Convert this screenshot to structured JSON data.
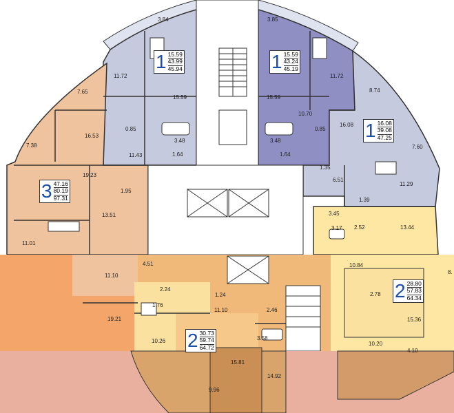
{
  "colors": {
    "blue_light": "#c6cadf",
    "blue_dark": "#8f8fc4",
    "orange": "#efc39d",
    "yellow": "#fbe1a0",
    "dark_orange": "#d9a46c",
    "mid_orange": "#f0b97a",
    "pale_yellow": "#fde7a3",
    "wall": "#333333",
    "digit_blue": "#1b4fa8"
  },
  "room_areas": {
    "r1": "3.84",
    "r2": "3.85",
    "r3": "11.72",
    "r4": "11.72",
    "r5": "7.65",
    "r6": "15.59",
    "r7": "15.59",
    "r8": "8.74",
    "r9": "10.70",
    "r10": "0.85",
    "r11": "0.85",
    "r12": "16.08",
    "r13": "16.53",
    "r14": "7.60",
    "r15": "7.38",
    "r16": "3.48",
    "r17": "3.48",
    "r18": "11.43",
    "r19": "1.64",
    "r20": "1.64",
    "r21": "1.35",
    "r22": "19.23",
    "r23": "6.51",
    "r24": "11.29",
    "r25": "1.95",
    "r26": "1.39",
    "r27": "3.45",
    "r28": "13.51",
    "r29": "3.17",
    "r30": "2.52",
    "r31": "13.44",
    "r32": "11.01",
    "r33": "10.84",
    "r34": "4.51",
    "r35": "11.10",
    "r36": "8.",
    "r37": "2.24",
    "r38": "1.76",
    "r39": "1.24",
    "r40": "2.78",
    "r41": "19.21",
    "r42": "11.10",
    "r43": "2.46",
    "r44": "15.36",
    "r45": "10.26",
    "r46": "3.58",
    "r47": "10.20",
    "r48": "4.10",
    "r49": "15.81",
    "r50": "14.92",
    "r51": "9.96"
  },
  "apartments": {
    "a1": {
      "rooms": "1",
      "v1": "15.59",
      "v2": "43.99",
      "v3": "45.94"
    },
    "a2": {
      "rooms": "1",
      "v1": "15.59",
      "v2": "43.24",
      "v3": "45.19"
    },
    "a3": {
      "rooms": "1",
      "v1": "16.08",
      "v2": "39.08",
      "v3": "47.25"
    },
    "a4": {
      "rooms": "3",
      "v1": "47.16",
      "v2": "80.19",
      "v3": "97.31"
    },
    "a5": {
      "rooms": "2",
      "v1": "28.80",
      "v2": "57.83",
      "v3": "64.34"
    },
    "a6": {
      "rooms": "2",
      "v1": "30.73",
      "v2": "59.74",
      "v3": "64.72"
    }
  }
}
